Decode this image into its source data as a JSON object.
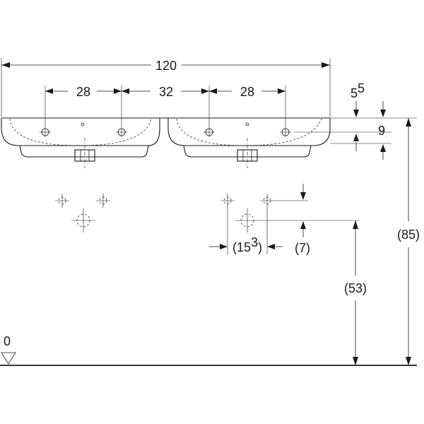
{
  "dimensions": {
    "overall_width": "120",
    "left_tap_spacing": "28",
    "center_spacing": "32",
    "right_tap_spacing": "28",
    "rim_offset_main": "5",
    "rim_offset_sup": "5",
    "rim_thickness": "9",
    "total_height": "(85)",
    "rim_height": "(53)",
    "fixing_spacing_open": "(15",
    "fixing_spacing_sup": "3",
    "fixing_spacing_close": ")",
    "fixing_drop": "(7)",
    "floor_level": "0"
  }
}
